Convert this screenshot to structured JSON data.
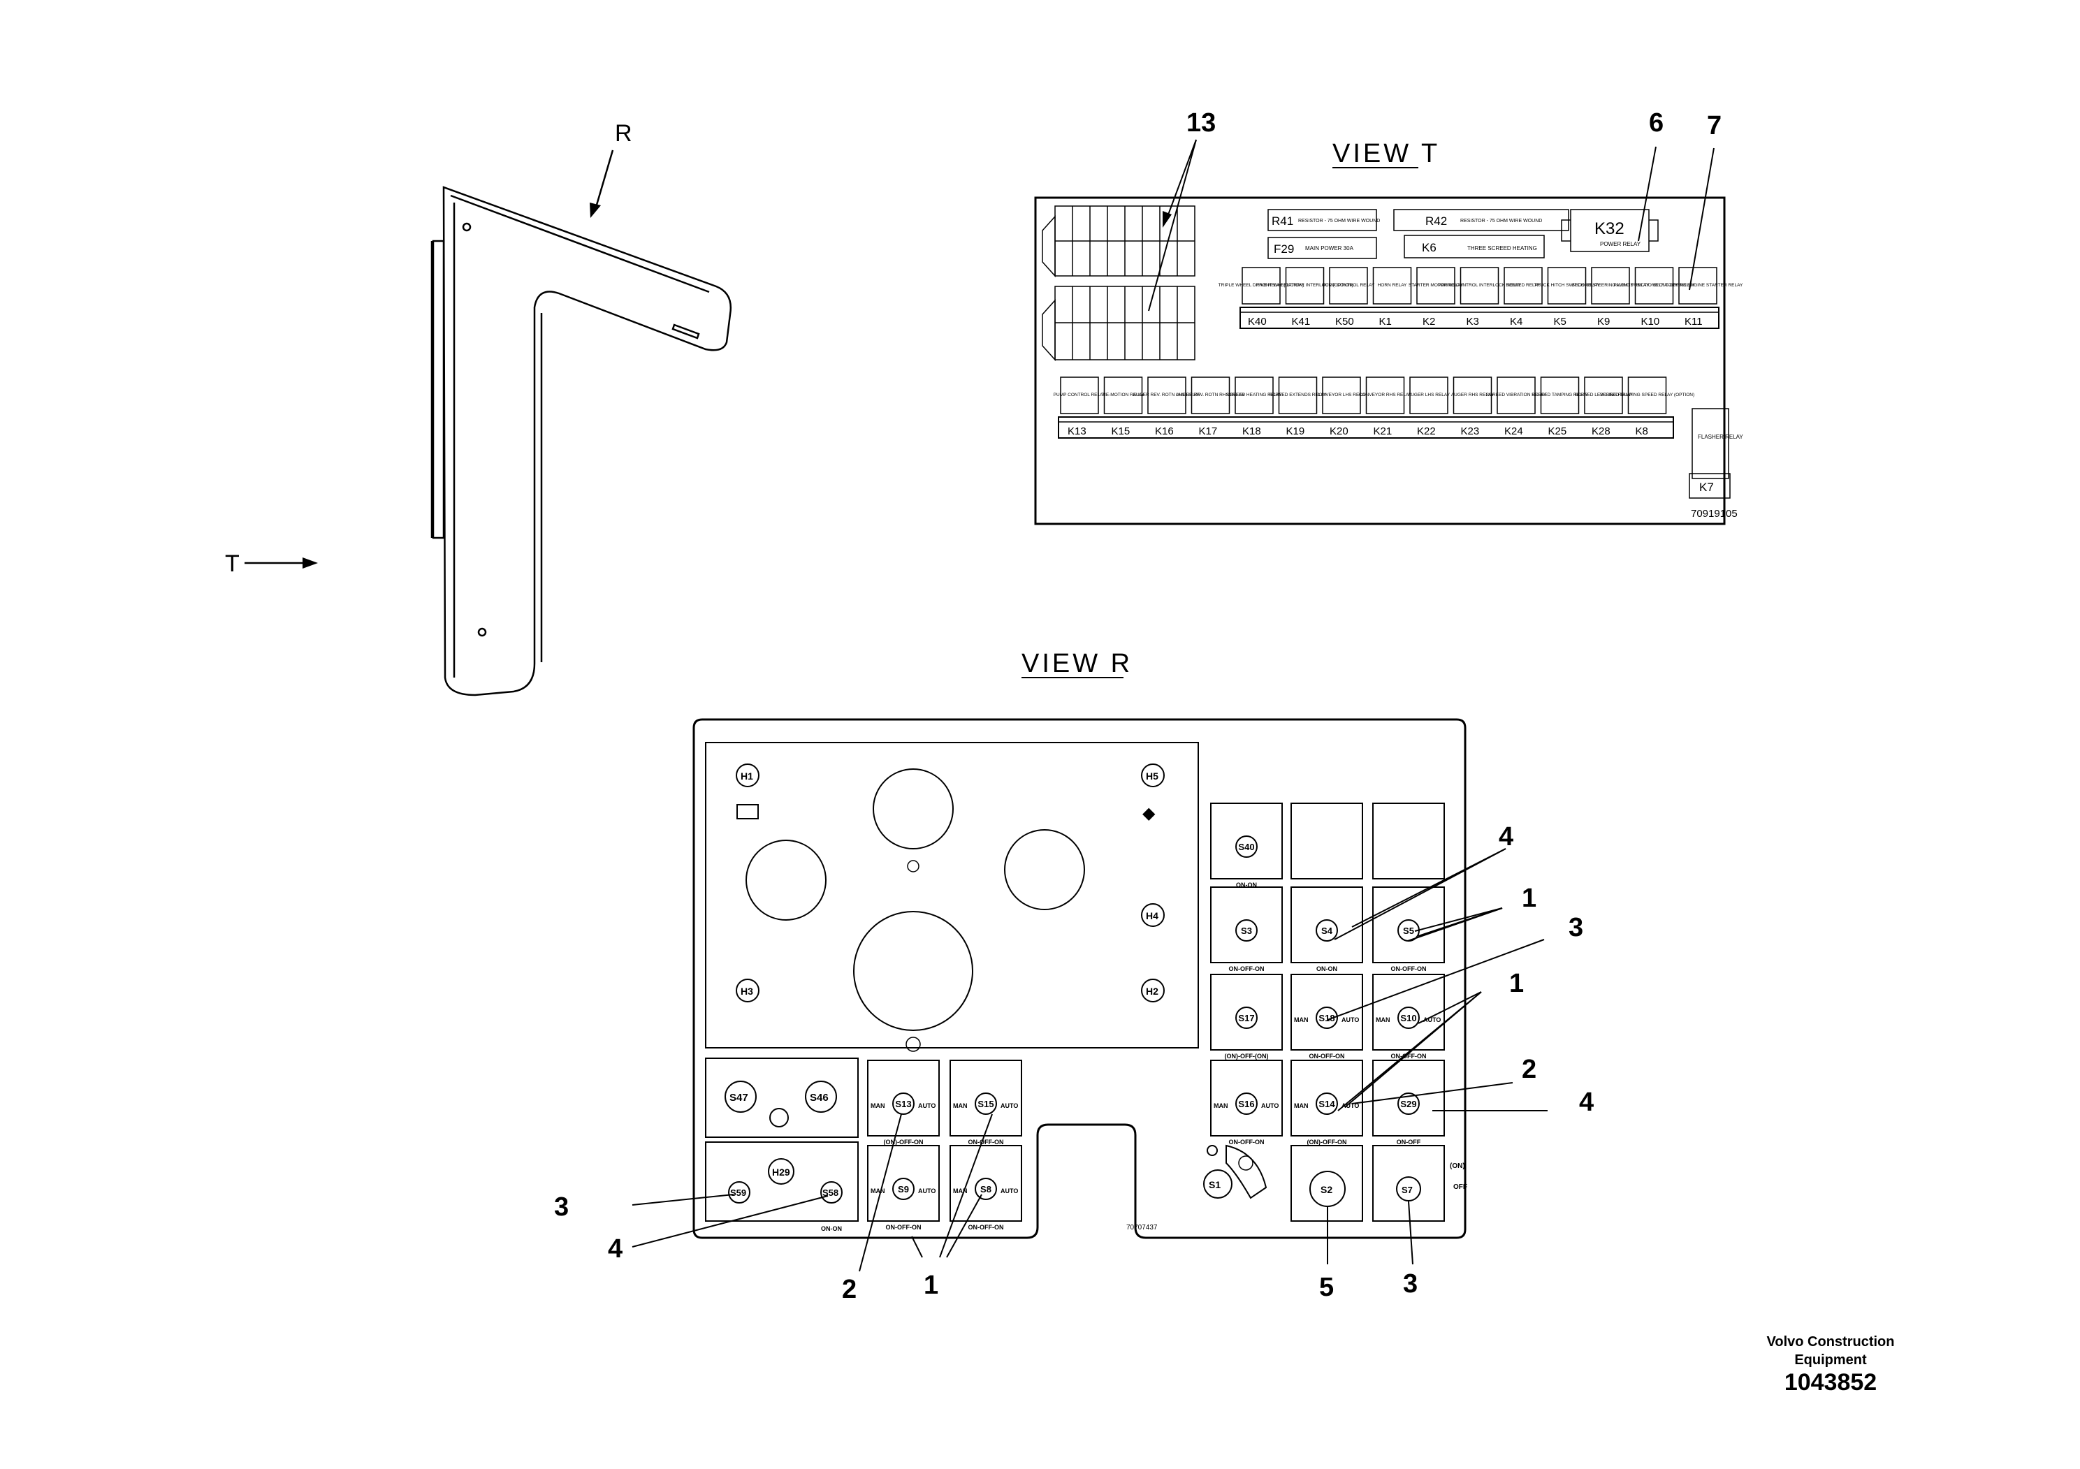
{
  "views": {
    "view_t_title": "VIEW T",
    "view_r_title": "VIEW R",
    "arrow_t_label": "T",
    "arrow_r_label": "R"
  },
  "callouts": {
    "c13": "13",
    "c6": "6",
    "c7": "7",
    "r4a": "4",
    "r1a": "1",
    "r3a": "3",
    "r1b": "1",
    "r2a": "2",
    "r4b": "4",
    "l3": "3",
    "l4": "4",
    "b2": "2",
    "b1": "1",
    "b5": "5",
    "b3": "3"
  },
  "view_t": {
    "top_resistors": {
      "r41": "R41",
      "r41_desc": "RESISTOR - 75 OHM WIRE WOUND",
      "r42": "R42",
      "r42_desc": "RESISTOR - 75 OHM WIRE WOUND",
      "f29": "F29",
      "f29_desc": "MAIN POWER 30A",
      "k6": "K6",
      "k6_desc": "THREE SCREED HEATING",
      "k32": "K32",
      "k32_desc": "POWER RELAY"
    },
    "relays_row1_desc": [
      "TRIPLE WHEEL DRIVE RELAY (OPTION)",
      "FRONT WHEEL DRIVE INTERLOCK (OPTION)",
      "PUMP CONTROL RELAY",
      "HORN RELAY",
      "STARTER MOTOR RELAY",
      "PAVING CONTROL INTERLOCK RELAY",
      "SCREED RELAY",
      "TRUCK HITCH SWITCH RELAY",
      "SECOND STEERING LIGHTS RELAY",
      "PAVING FUNCTIONS CUT-OFF RELAY",
      "SELF-LOCKING ENGINE STARTER RELAY"
    ],
    "relays_row1_labels": [
      "K40",
      "K41",
      "K50",
      "K1",
      "K2",
      "K3",
      "K4",
      "K5",
      "K9",
      "K10",
      "K11"
    ],
    "relays_row2_desc": [
      "PUMP CONTROL RELAY",
      "TIE-MOTION RELAY",
      "AUGER REV. ROTN LHS RELAY",
      "AUGER REV. ROTN RHS RELAY",
      "SCREED HEATING RELAY",
      "SCREED EXTENDS RELAY",
      "CONVEYOR LHS RELAY",
      "CONVEYOR RHS RELAY",
      "AUGER LHS RELAY",
      "AUGER RHS RELAY",
      "SCREED VIBRATION RELAY",
      "SCREED TAMPING RELAY",
      "SCREED LEVELING RELAY",
      "SCREED TAMPING SPEED RELAY (OPTION)"
    ],
    "relays_row2_labels": [
      "K13",
      "K15",
      "K16",
      "K17",
      "K18",
      "K19",
      "K20",
      "K21",
      "K22",
      "K23",
      "K24",
      "K25",
      "K28",
      "K8"
    ],
    "flasher_desc": "FLASHER RELAY",
    "flasher_label": "K7",
    "part_code": "70919105"
  },
  "view_r": {
    "indicators": {
      "h1": "H1",
      "h5": "H5",
      "h4": "H4",
      "h3": "H3",
      "h2": "H2",
      "h29": "H29"
    },
    "switches": {
      "s40": "S40",
      "s3": "S3",
      "s4": "S4",
      "s5": "S5",
      "s17": "S17",
      "s18": "S18",
      "s10": "S10",
      "s16": "S16",
      "s14": "S14",
      "s29": "S29",
      "s47": "S47",
      "s46": "S46",
      "s13": "S13",
      "s15": "S15",
      "s59": "S59",
      "s58": "S58",
      "s9": "S9",
      "s8": "S8",
      "s1": "S1",
      "s2": "S2",
      "s7": "S7"
    },
    "modes": {
      "on_on": "ON-ON",
      "on_off_on": "ON-OFF-ON",
      "on_off_on_mom": "(ON)-OFF-(ON)",
      "mom_off_on": "(ON)-OFF-ON",
      "on_off": "ON-OFF",
      "man": "MAN",
      "auto": "AUTO",
      "on_mark": "(ON)",
      "off_mark": "OFF"
    },
    "part_code": "70707437"
  },
  "footer": {
    "company_line1": "Volvo Construction",
    "company_line2": "Equipment",
    "doc_number": "1043852"
  }
}
